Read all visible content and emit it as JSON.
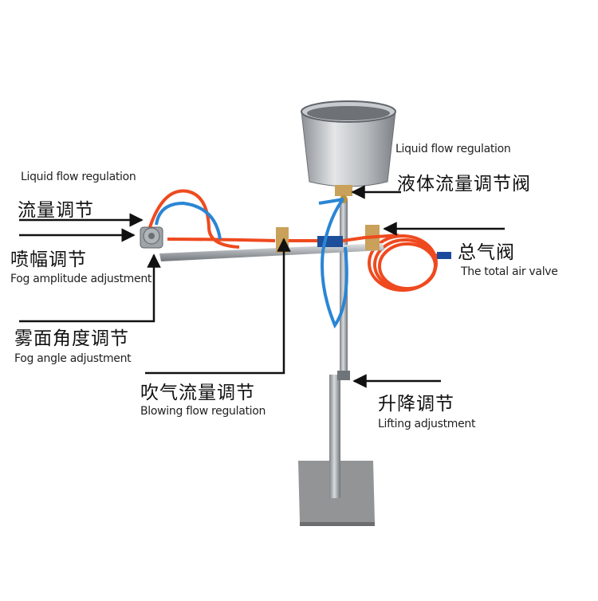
{
  "colors": {
    "steel": "#b8bcc0",
    "steel_dark": "#7e8388",
    "blue_hose": "#2a86d4",
    "orange_hose": "#ef4a1f",
    "base_plate": "#8e8f91",
    "brass": "#c9a15a"
  },
  "annotations": {
    "liquid_flow_en_right": "Liquid flow regulation",
    "liquid_valve_cn": "液体流量调节阀",
    "liquid_flow_en_left": "Liquid flow regulation",
    "flow_adjust_cn": "流量调节",
    "fog_amplitude_cn": "喷幅调节",
    "fog_amplitude_en": "Fog amplitude adjustment",
    "total_valve_cn": "总气阀",
    "total_valve_en": "The total air valve",
    "fog_angle_cn": "雾面角度调节",
    "fog_angle_en": "Fog angle adjustment",
    "blowing_flow_cn": "吹气流量调节",
    "blowing_flow_en": "Blowing flow regulation",
    "lifting_cn": "升降调节",
    "lifting_en": "Lifting adjustment"
  }
}
